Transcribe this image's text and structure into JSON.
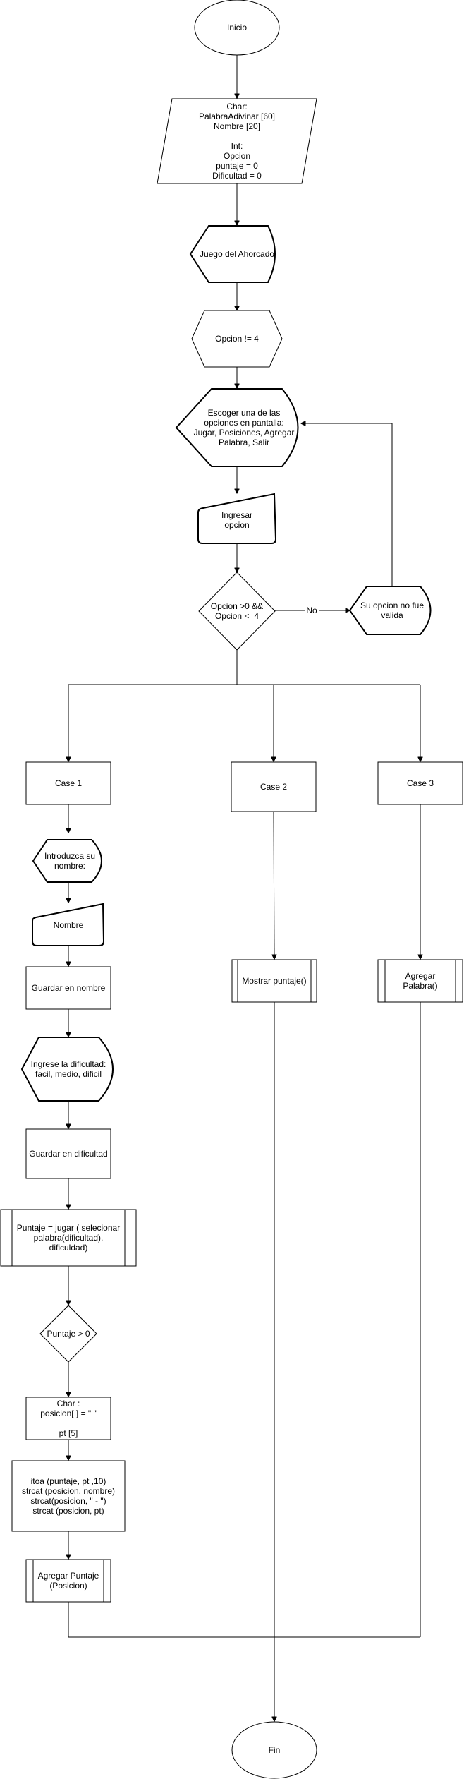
{
  "nodes": {
    "start": [
      "Inicio"
    ],
    "declarations": [
      "Char:",
      "PalabraAdivinar [60]",
      "Nombre [20]",
      "",
      "Int:",
      "Opcion",
      "puntaje = 0",
      "Dificultad = 0"
    ],
    "title": [
      "Juego del Ahorcado"
    ],
    "loop": [
      "Opcion != 4"
    ],
    "menu": [
      "Escoger una de las",
      "opciones en pantalla:",
      "Jugar, Posiciones, Agregar",
      "Palabra, Salir"
    ],
    "input_option": [
      "Ingresar",
      "opcion"
    ],
    "check": [
      "Opcion >0 &&",
      "Opcion <=4"
    ],
    "invalid": [
      "Su opcion no fue",
      "valida"
    ],
    "case1": [
      "Case 1"
    ],
    "case2": [
      "Case 2"
    ],
    "case3": [
      "Case 3"
    ],
    "ask_name": [
      "Introduzca su",
      "nombre:"
    ],
    "name_input": [
      "Nombre"
    ],
    "save_name": [
      "Guardar en nombre"
    ],
    "ask_difficulty": [
      "Ingrese la dificultad:",
      "facil, medio, dificil"
    ],
    "save_difficulty": [
      "Guardar en dificultad"
    ],
    "play": [
      "Puntaje = jugar ( selecionar",
      "palabra(dificultad),",
      "dificuldad)"
    ],
    "score_check": [
      "Puntaje > 0"
    ],
    "position_decl": [
      "Char :",
      "posicion[ ] = \" \"",
      "",
      "pt [5]"
    ],
    "build_string": [
      "itoa (puntaje, pt ,10)",
      "strcat (posicion, nombre)",
      "strcat(posicion, \" - \")",
      "strcat (posicion, pt)"
    ],
    "add_score": [
      "Agregar Puntaje",
      "(Posicion)"
    ],
    "show_score": [
      "Mostrar puntaje()"
    ],
    "add_word": [
      "Agregar",
      "Palabra()"
    ],
    "end": [
      "Fin"
    ]
  },
  "edge_labels": {
    "no": "No"
  }
}
